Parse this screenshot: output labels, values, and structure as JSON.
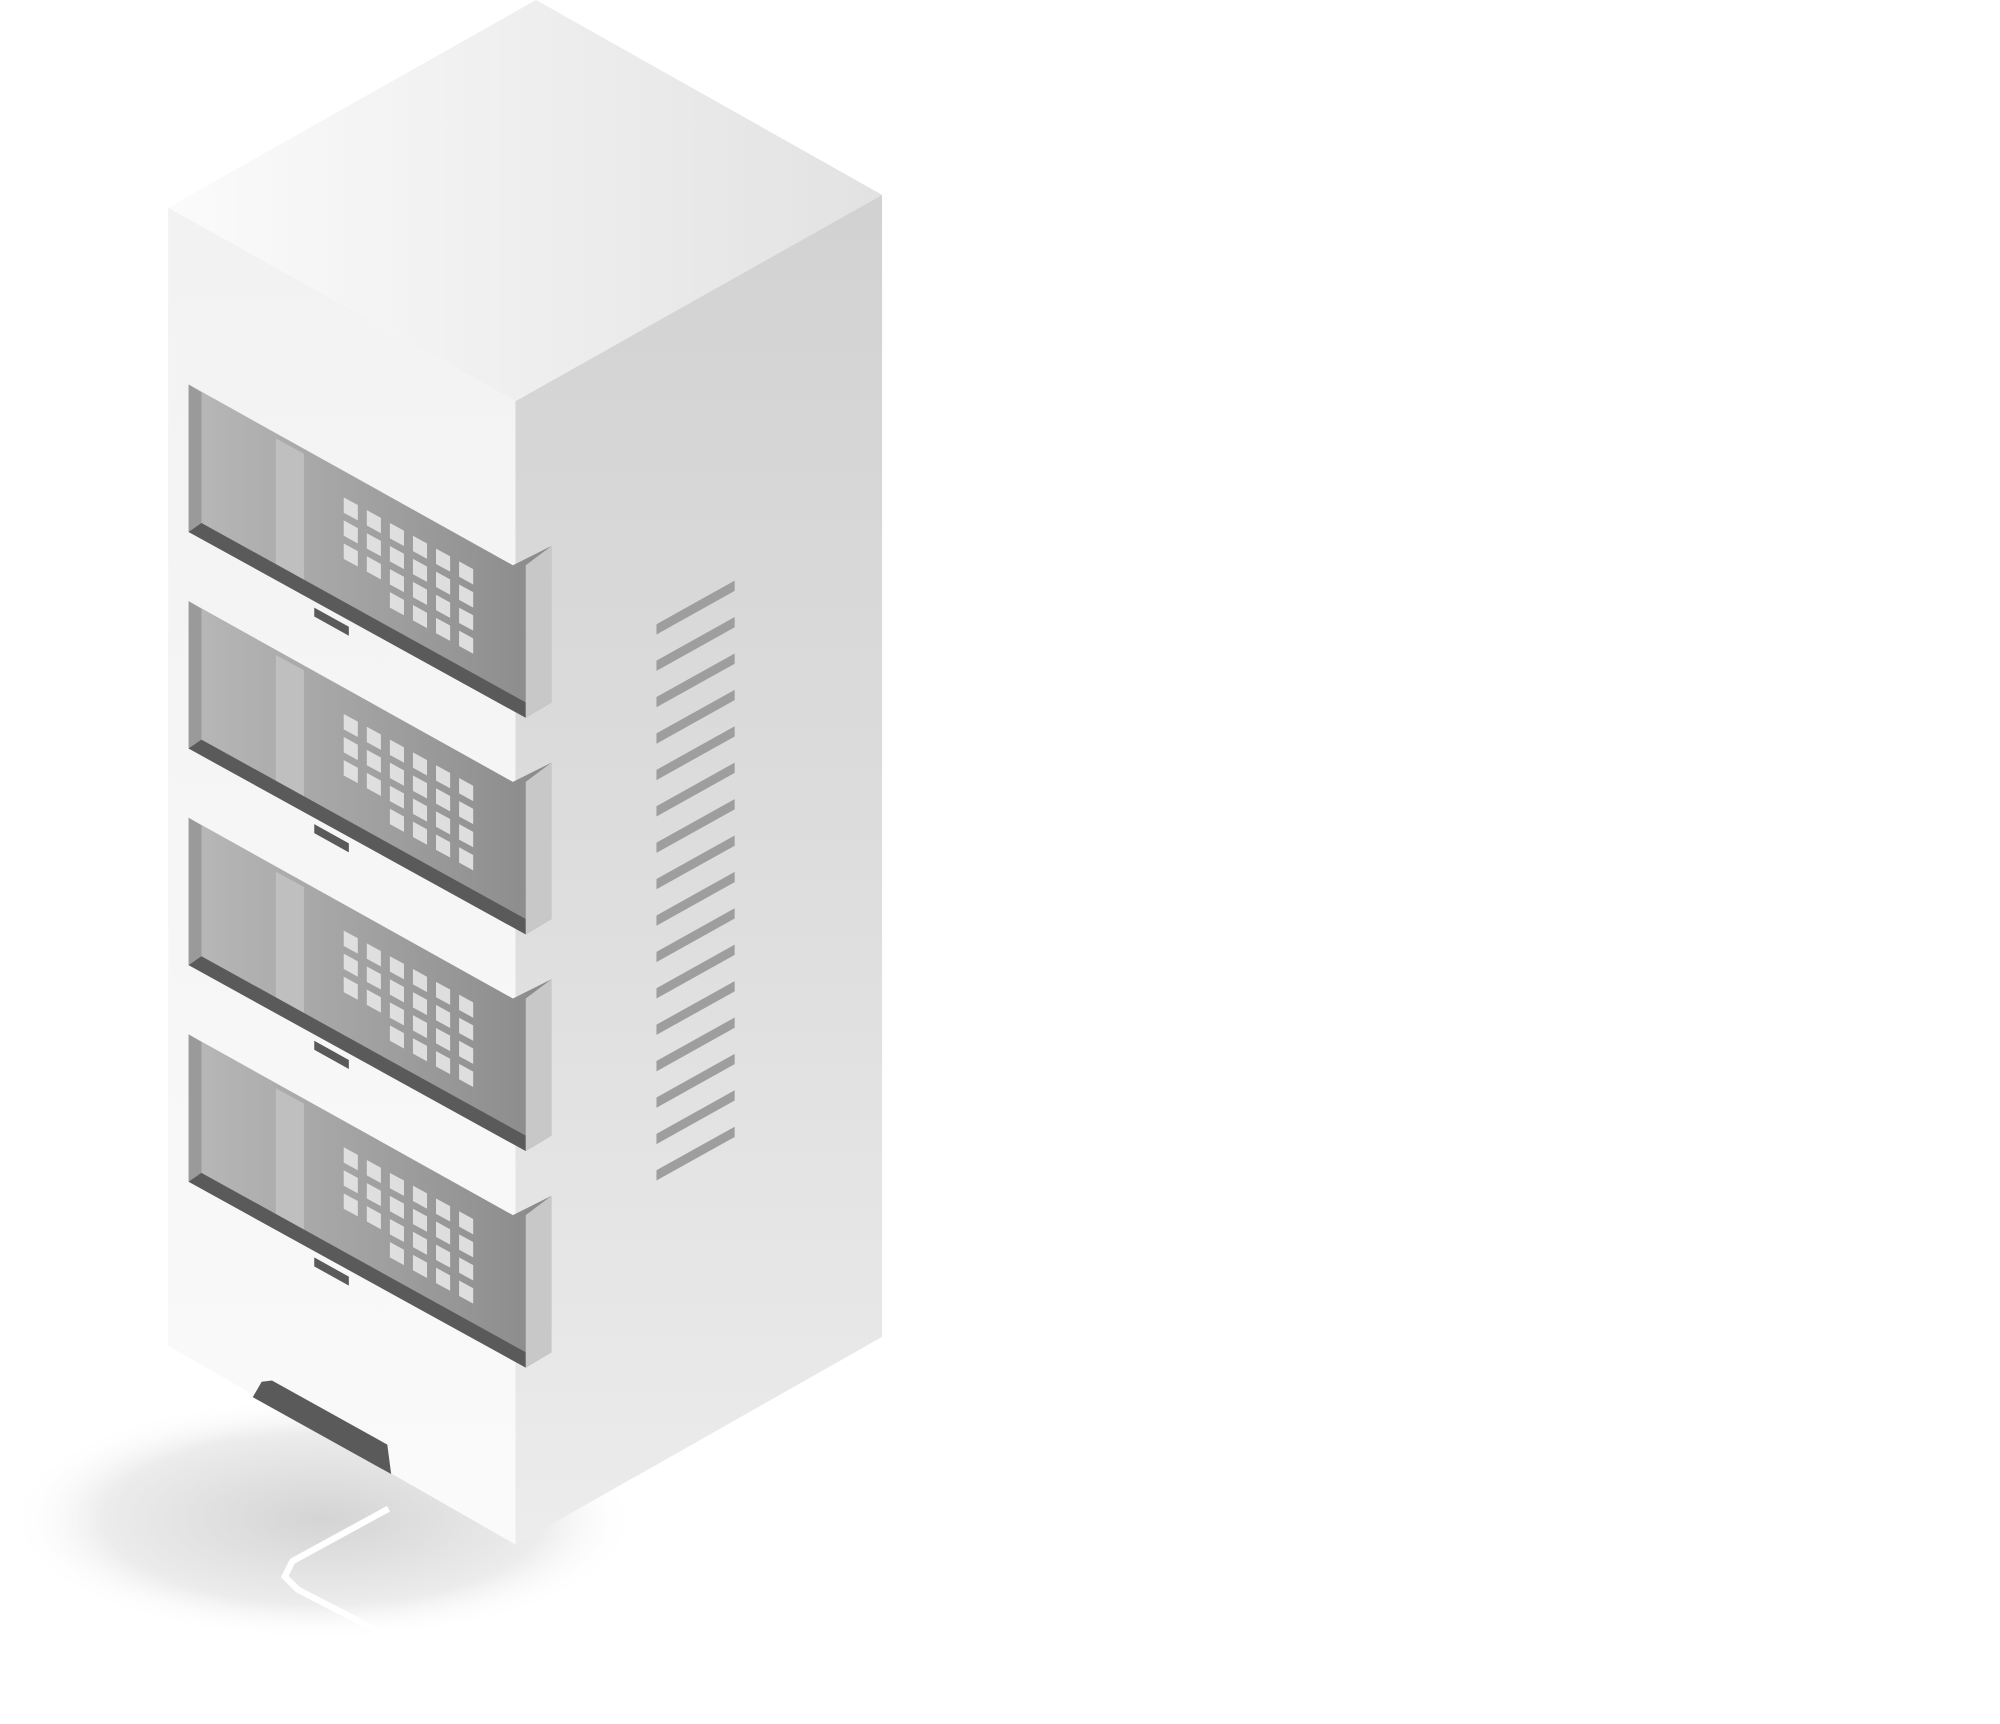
{
  "illustration": {
    "subject": "isometric-server-rack",
    "drawer_count": 4,
    "vent_count": 16,
    "colors": {
      "background": "#ffffff",
      "top_face": "#eeeeee",
      "left_face": "#f4f4f4",
      "right_face": "#dcdcdc",
      "slot_dark": "#5a5a5a",
      "slot_mid": "#9a9a9a",
      "slot_light": "#c8c8c8",
      "indicator": "#e6e6e6",
      "vent": "#9e9e9e",
      "shadow": "#d8d8d8"
    }
  }
}
